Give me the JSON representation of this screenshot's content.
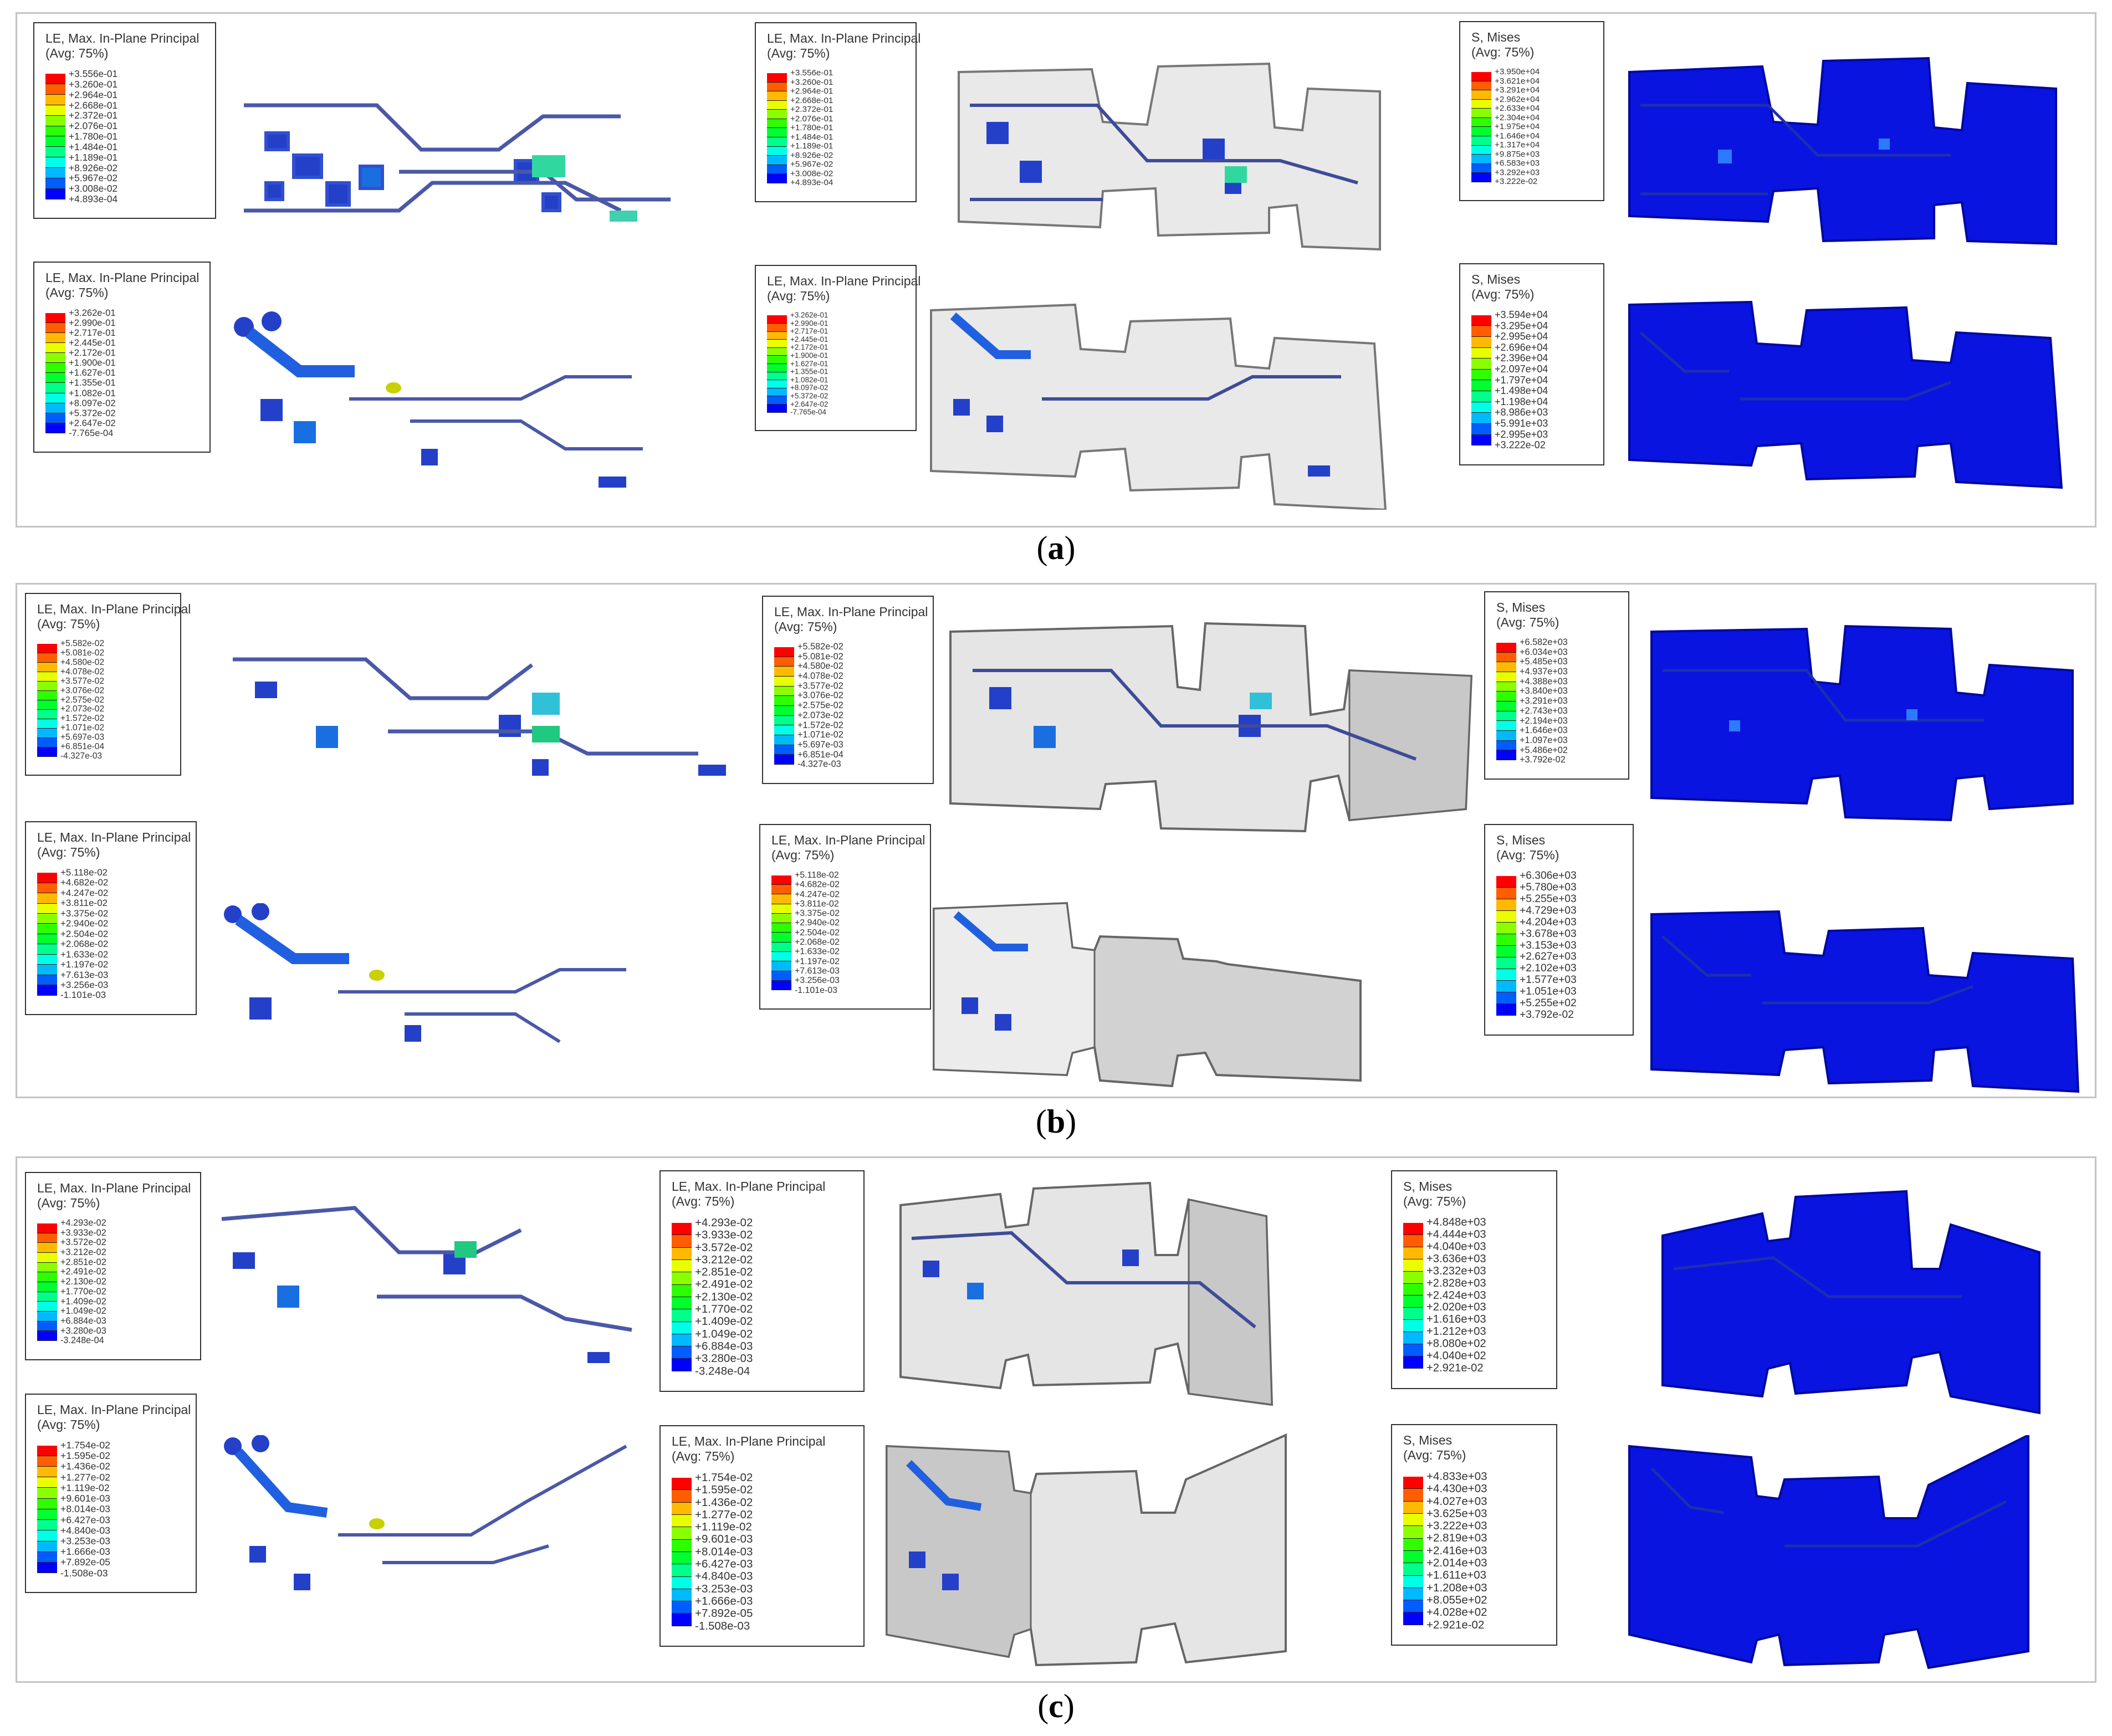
{
  "captions": {
    "a": "a",
    "b": "b",
    "c": "c"
  },
  "palette": [
    "#ff0000",
    "#ff5d00",
    "#ffb900",
    "#e7ff00",
    "#8bff00",
    "#2eff00",
    "#00ff2e",
    "#00ff8b",
    "#00ffe7",
    "#00b9ff",
    "#005dff",
    "#0000ff"
  ],
  "legends": [
    {
      "id": "a-le-top",
      "title1": "LE, Max. In-Plane Principal",
      "title2": "(Avg: 75%)",
      "values": [
        "+3.556e-01",
        "+3.260e-01",
        "+2.964e-01",
        "+2.668e-01",
        "+2.372e-01",
        "+2.076e-01",
        "+1.780e-01",
        "+1.484e-01",
        "+1.189e-01",
        "+8.926e-02",
        "+5.967e-02",
        "+3.008e-02",
        "+4.893e-04"
      ]
    },
    {
      "id": "a-le-top2",
      "title1": "LE, Max. In-Plane Principal",
      "title2": "(Avg: 75%)",
      "values": [
        "+3.556e-01",
        "+3.260e-01",
        "+2.964e-01",
        "+2.668e-01",
        "+2.372e-01",
        "+2.076e-01",
        "+1.780e-01",
        "+1.484e-01",
        "+1.189e-01",
        "+8.926e-02",
        "+5.967e-02",
        "+3.008e-02",
        "+4.893e-04"
      ]
    },
    {
      "id": "a-s-top",
      "title1": "S, Mises",
      "title2": "(Avg: 75%)",
      "values": [
        "+3.950e+04",
        "+3.621e+04",
        "+3.291e+04",
        "+2.962e+04",
        "+2.633e+04",
        "+2.304e+04",
        "+1.975e+04",
        "+1.646e+04",
        "+1.317e+04",
        "+9.875e+03",
        "+6.583e+03",
        "+3.292e+03",
        "+3.222e-02"
      ]
    },
    {
      "id": "a-le-bot",
      "title1": "LE, Max. In-Plane Principal",
      "title2": "(Avg: 75%)",
      "values": [
        "+3.262e-01",
        "+2.990e-01",
        "+2.717e-01",
        "+2.445e-01",
        "+2.172e-01",
        "+1.900e-01",
        "+1.627e-01",
        "+1.355e-01",
        "+1.082e-01",
        "+8.097e-02",
        "+5.372e-02",
        "+2.647e-02",
        "-7.765e-04"
      ]
    },
    {
      "id": "a-le-bot2",
      "title1": "LE, Max. In-Plane Principal",
      "title2": "(Avg: 75%)",
      "values": [
        "+3.262e-01",
        "+2.990e-01",
        "+2.717e-01",
        "+2.445e-01",
        "+2.172e-01",
        "+1.900e-01",
        "+1.627e-01",
        "+1.355e-01",
        "+1.082e-01",
        "+8.097e-02",
        "+5.372e-02",
        "+2.647e-02",
        "-7.765e-04"
      ]
    },
    {
      "id": "a-s-bot",
      "title1": "S, Mises",
      "title2": "(Avg: 75%)",
      "values": [
        "+3.594e+04",
        "+3.295e+04",
        "+2.995e+04",
        "+2.696e+04",
        "+2.396e+04",
        "+2.097e+04",
        "+1.797e+04",
        "+1.498e+04",
        "+1.198e+04",
        "+8.986e+03",
        "+5.991e+03",
        "+2.995e+03",
        "+3.222e-02"
      ]
    },
    {
      "id": "b-le-top",
      "title1": "LE, Max. In-Plane Principal",
      "title2": "(Avg: 75%)",
      "values": [
        "+5.582e-02",
        "+5.081e-02",
        "+4.580e-02",
        "+4.078e-02",
        "+3.577e-02",
        "+3.076e-02",
        "+2.575e-02",
        "+2.073e-02",
        "+1.572e-02",
        "+1.071e-02",
        "+5.697e-03",
        "+6.851e-04",
        "-4.327e-03"
      ]
    },
    {
      "id": "b-le-top2",
      "title1": "LE, Max. In-Plane Principal",
      "title2": "(Avg: 75%)",
      "values": [
        "+5.582e-02",
        "+5.081e-02",
        "+4.580e-02",
        "+4.078e-02",
        "+3.577e-02",
        "+3.076e-02",
        "+2.575e-02",
        "+2.073e-02",
        "+1.572e-02",
        "+1.071e-02",
        "+5.697e-03",
        "+6.851e-04",
        "-4.327e-03"
      ]
    },
    {
      "id": "b-s-top",
      "title1": "S, Mises",
      "title2": "(Avg: 75%)",
      "values": [
        "+6.582e+03",
        "+6.034e+03",
        "+5.485e+03",
        "+4.937e+03",
        "+4.388e+03",
        "+3.840e+03",
        "+3.291e+03",
        "+2.743e+03",
        "+2.194e+03",
        "+1.646e+03",
        "+1.097e+03",
        "+5.486e+02",
        "+3.792e-02"
      ]
    },
    {
      "id": "b-le-bot",
      "title1": "LE, Max. In-Plane Principal",
      "title2": "(Avg: 75%)",
      "values": [
        "+5.118e-02",
        "+4.682e-02",
        "+4.247e-02",
        "+3.811e-02",
        "+3.375e-02",
        "+2.940e-02",
        "+2.504e-02",
        "+2.068e-02",
        "+1.633e-02",
        "+1.197e-02",
        "+7.613e-03",
        "+3.256e-03",
        "-1.101e-03"
      ]
    },
    {
      "id": "b-le-bot2",
      "title1": "LE, Max. In-Plane Principal",
      "title2": "(Avg: 75%)",
      "values": [
        "+5.118e-02",
        "+4.682e-02",
        "+4.247e-02",
        "+3.811e-02",
        "+3.375e-02",
        "+2.940e-02",
        "+2.504e-02",
        "+2.068e-02",
        "+1.633e-02",
        "+1.197e-02",
        "+7.613e-03",
        "+3.256e-03",
        "-1.101e-03"
      ]
    },
    {
      "id": "b-s-bot",
      "title1": "S, Mises",
      "title2": "(Avg: 75%)",
      "values": [
        "+6.306e+03",
        "+5.780e+03",
        "+5.255e+03",
        "+4.729e+03",
        "+4.204e+03",
        "+3.678e+03",
        "+3.153e+03",
        "+2.627e+03",
        "+2.102e+03",
        "+1.577e+03",
        "+1.051e+03",
        "+5.255e+02",
        "+3.792e-02"
      ]
    },
    {
      "id": "c-le-top",
      "title1": "LE, Max. In-Plane Principal",
      "title2": "(Avg: 75%)",
      "values": [
        "+4.293e-02",
        "+3.933e-02",
        "+3.572e-02",
        "+3.212e-02",
        "+2.851e-02",
        "+2.491e-02",
        "+2.130e-02",
        "+1.770e-02",
        "+1.409e-02",
        "+1.049e-02",
        "+6.884e-03",
        "+3.280e-03",
        "-3.248e-04"
      ]
    },
    {
      "id": "c-le-top2",
      "title1": "LE, Max. In-Plane Principal",
      "title2": "(Avg: 75%)",
      "values": [
        "+4.293e-02",
        "+3.933e-02",
        "+3.572e-02",
        "+3.212e-02",
        "+2.851e-02",
        "+2.491e-02",
        "+2.130e-02",
        "+1.770e-02",
        "+1.409e-02",
        "+1.049e-02",
        "+6.884e-03",
        "+3.280e-03",
        "-3.248e-04"
      ]
    },
    {
      "id": "c-s-top",
      "title1": "S, Mises",
      "title2": "(Avg: 75%)",
      "values": [
        "+4.848e+03",
        "+4.444e+03",
        "+4.040e+03",
        "+3.636e+03",
        "+3.232e+03",
        "+2.828e+03",
        "+2.424e+03",
        "+2.020e+03",
        "+1.616e+03",
        "+1.212e+03",
        "+8.080e+02",
        "+4.040e+02",
        "+2.921e-02"
      ]
    },
    {
      "id": "c-le-bot",
      "title1": "LE, Max. In-Plane Principal",
      "title2": "(Avg: 75%)",
      "values": [
        "+1.754e-02",
        "+1.595e-02",
        "+1.436e-02",
        "+1.277e-02",
        "+1.119e-02",
        "+9.601e-03",
        "+8.014e-03",
        "+6.427e-03",
        "+4.840e-03",
        "+3.253e-03",
        "+1.666e-03",
        "+7.892e-05",
        "-1.508e-03"
      ]
    },
    {
      "id": "c-le-bot2",
      "title1": "LE, Max. In-Plane Principal",
      "title2": "(Avg: 75%)",
      "values": [
        "+1.754e-02",
        "+1.595e-02",
        "+1.436e-02",
        "+1.277e-02",
        "+1.119e-02",
        "+9.601e-03",
        "+8.014e-03",
        "+6.427e-03",
        "+4.840e-03",
        "+3.253e-03",
        "+1.666e-03",
        "+7.892e-05",
        "-1.508e-03"
      ]
    },
    {
      "id": "c-s-bot",
      "title1": "S, Mises",
      "title2": "(Avg: 75%)",
      "values": [
        "+4.833e+03",
        "+4.430e+03",
        "+4.027e+03",
        "+3.625e+03",
        "+3.222e+03",
        "+2.819e+03",
        "+2.416e+03",
        "+2.014e+03",
        "+1.611e+03",
        "+1.208e+03",
        "+8.055e+02",
        "+4.028e+02",
        "+2.921e-02"
      ]
    }
  ]
}
